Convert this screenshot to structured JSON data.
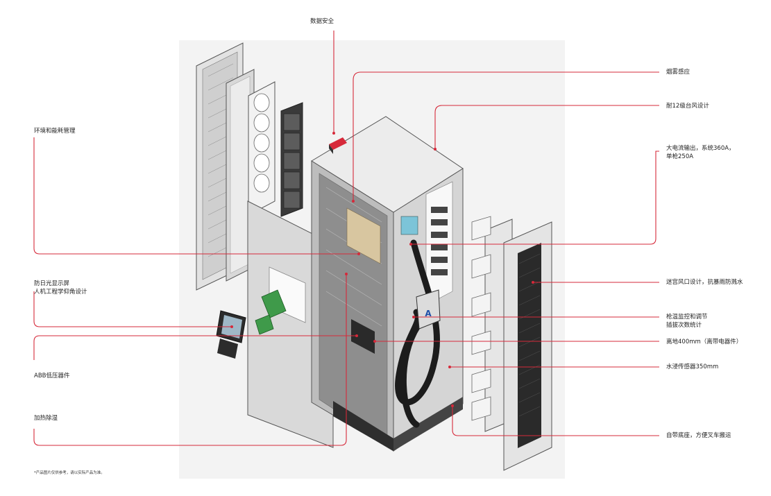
{
  "labels": {
    "top_center": "数据安全",
    "left": {
      "environment": "环境和能耗管理",
      "display_line1": "防日光显示屏",
      "display_line2": "人机工程学仰角设计",
      "abb_lv": "ABB低压器件",
      "heating": "加热除湿"
    },
    "right": {
      "smoke": "烟雾感应",
      "typhoon": "耐12级台风设计",
      "current_line1": "大电流输出，系统360A，",
      "current_line2": "单枪250A",
      "maze_vent": "迷宫风口设计，抗暴雨防溅水",
      "gun_temp_line1": "枪温监控和调节",
      "gun_temp_line2": "插拔次数统计",
      "ground_clearance": "离地400mm（离带电器件）",
      "water_sensor": "水浸传感器350mm",
      "base": "自带底座，方便叉车搬运"
    }
  },
  "footnote": "*产品图片仅供参考，请以实际产品为准。",
  "colors": {
    "leader": "#d6293a",
    "text": "#222222",
    "panel_light": "#eeeeee",
    "panel_mid": "#cfcfcf",
    "panel_dark": "#9a9a9a",
    "outline": "#555555",
    "cable": "#1c1c1c",
    "pcb": "#3f9a4a",
    "base": "#333333"
  }
}
